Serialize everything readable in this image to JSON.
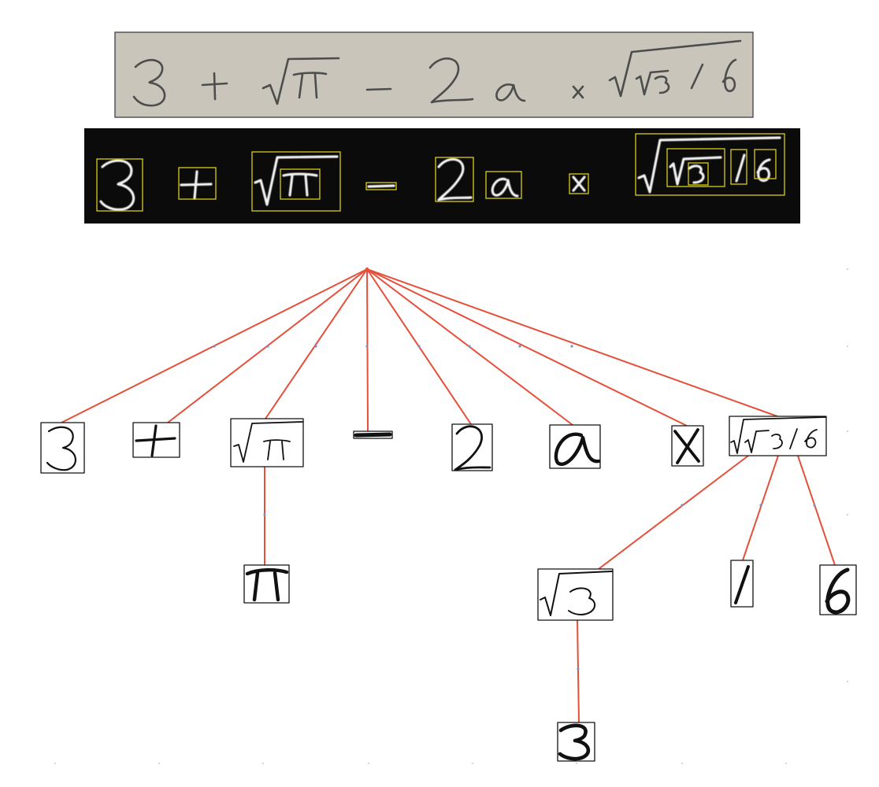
{
  "expression": {
    "tokens": [
      "3",
      "+",
      "√π",
      "−",
      "2",
      "α",
      "×",
      "√(√3/6)"
    ]
  },
  "photo": {
    "background": "#c9c5bb",
    "ink": "#4d4d4d"
  },
  "detection": {
    "background": "#0b0b0b",
    "ink": "#f2f2f2",
    "box_color": "#d8cf1a",
    "symbols": [
      "3",
      "+",
      "π",
      "−",
      "2",
      "α",
      "x",
      "3",
      "/",
      "6"
    ]
  },
  "tree": {
    "edge_color": "#e4503a",
    "arrow_color": "#7f8fbf",
    "root": "expression",
    "children": [
      {
        "id": "n3",
        "label": "3"
      },
      {
        "id": "nplus",
        "label": "+"
      },
      {
        "id": "nsqrtpi",
        "label": "√π",
        "children": [
          {
            "id": "npi",
            "label": "π"
          }
        ]
      },
      {
        "id": "nminus",
        "label": "−"
      },
      {
        "id": "n2",
        "label": "2"
      },
      {
        "id": "nalpha",
        "label": "α"
      },
      {
        "id": "nx",
        "label": "x"
      },
      {
        "id": "nsqrtfrac",
        "label": "√(√3/6)",
        "children": [
          {
            "id": "nsqrt3",
            "label": "√3",
            "children": [
              {
                "id": "nthree",
                "label": "3"
              }
            ]
          },
          {
            "id": "nslash",
            "label": "/"
          },
          {
            "id": "nsix",
            "label": "6"
          }
        ]
      }
    ]
  }
}
